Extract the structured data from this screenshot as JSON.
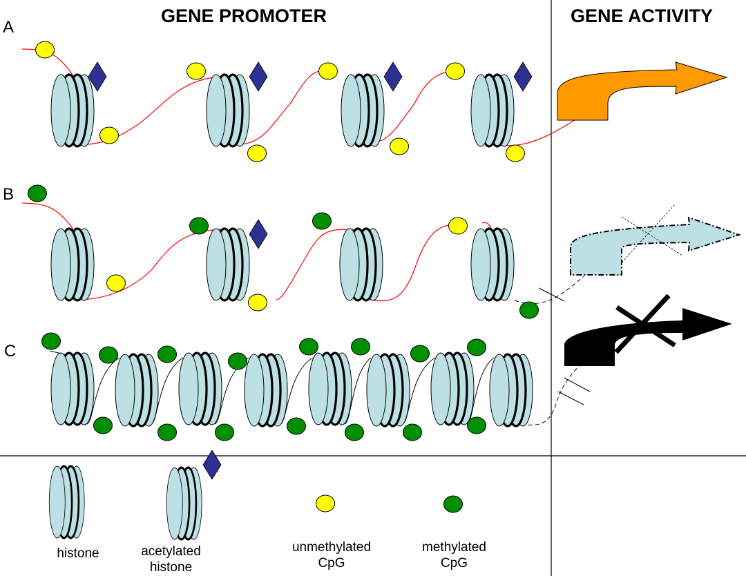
{
  "headers": {
    "promoter": "GENE PROMOTER",
    "activity": "GENE ACTIVITY"
  },
  "rows": [
    {
      "label": "A",
      "state": "active",
      "dna_color": "#ff0000",
      "nucleosomes": [
        {
          "acetylated": true,
          "cpg_top": "unmethylated",
          "cpg_bottom": "unmethylated"
        },
        {
          "acetylated": true,
          "cpg_top": "unmethylated",
          "cpg_bottom": "unmethylated"
        },
        {
          "acetylated": true,
          "cpg_top": "unmethylated",
          "cpg_bottom": "unmethylated"
        },
        {
          "acetylated": true,
          "cpg_top": "unmethylated",
          "cpg_bottom": "unmethylated"
        }
      ],
      "activity_arrow": "solid-orange"
    },
    {
      "label": "B",
      "state": "reduced",
      "dna_color": "#ff0000",
      "nucleosomes": [
        {
          "acetylated": false,
          "cpg_top": "methylated",
          "cpg_bottom": "unmethylated"
        },
        {
          "acetylated": true,
          "cpg_top": "methylated",
          "cpg_bottom": "unmethylated"
        },
        {
          "acetylated": false,
          "cpg_top": "methylated",
          "cpg_bottom": null
        },
        {
          "acetylated": false,
          "cpg_top": "unmethylated",
          "cpg_bottom": "methylated"
        }
      ],
      "activity_arrow": "dashed-lightblue-crossed-thin"
    },
    {
      "label": "C",
      "state": "silenced",
      "dna_color": "#000000",
      "nucleosomes_count": 8,
      "all_methylated": true,
      "activity_arrow": "solid-black-crossed"
    }
  ],
  "legend": [
    {
      "symbol": "histone",
      "label_line1": "histone",
      "label_line2": ""
    },
    {
      "symbol": "acetylated-histone",
      "label_line1": "acetylated",
      "label_line2": "histone"
    },
    {
      "symbol": "unmethylated-cpg",
      "label_line1": "unmethylated",
      "label_line2": "CpG"
    },
    {
      "symbol": "methylated-cpg",
      "label_line1": "methylated",
      "label_line2": "CpG"
    }
  ],
  "colors": {
    "histone_fill": "#bde0e4",
    "acetyl_mark": "#2e3192",
    "unmethylated_cpg": "#ffff00",
    "methylated_cpg": "#008f00",
    "active_arrow": "#ff9900",
    "reduced_arrow": "#bde0e4",
    "silenced_arrow": "#000000"
  }
}
